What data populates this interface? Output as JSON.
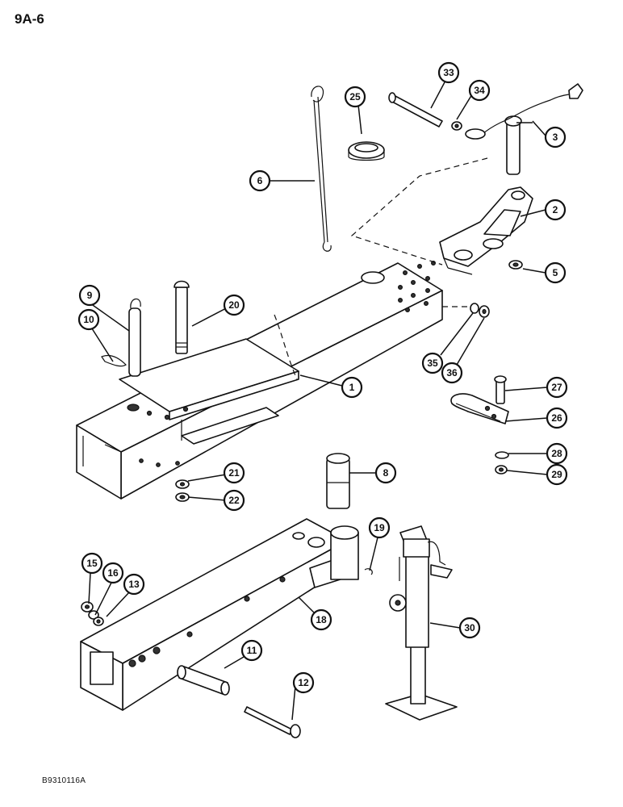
{
  "page_ref": "9A-6",
  "drawing_code": "B9310116A",
  "callouts": [
    "1",
    "2",
    "3",
    "5",
    "6",
    "8",
    "9",
    "10",
    "11",
    "12",
    "13",
    "15",
    "16",
    "18",
    "19",
    "20",
    "21",
    "22",
    "25",
    "26",
    "27",
    "28",
    "29",
    "30",
    "33",
    "34",
    "35",
    "36"
  ]
}
